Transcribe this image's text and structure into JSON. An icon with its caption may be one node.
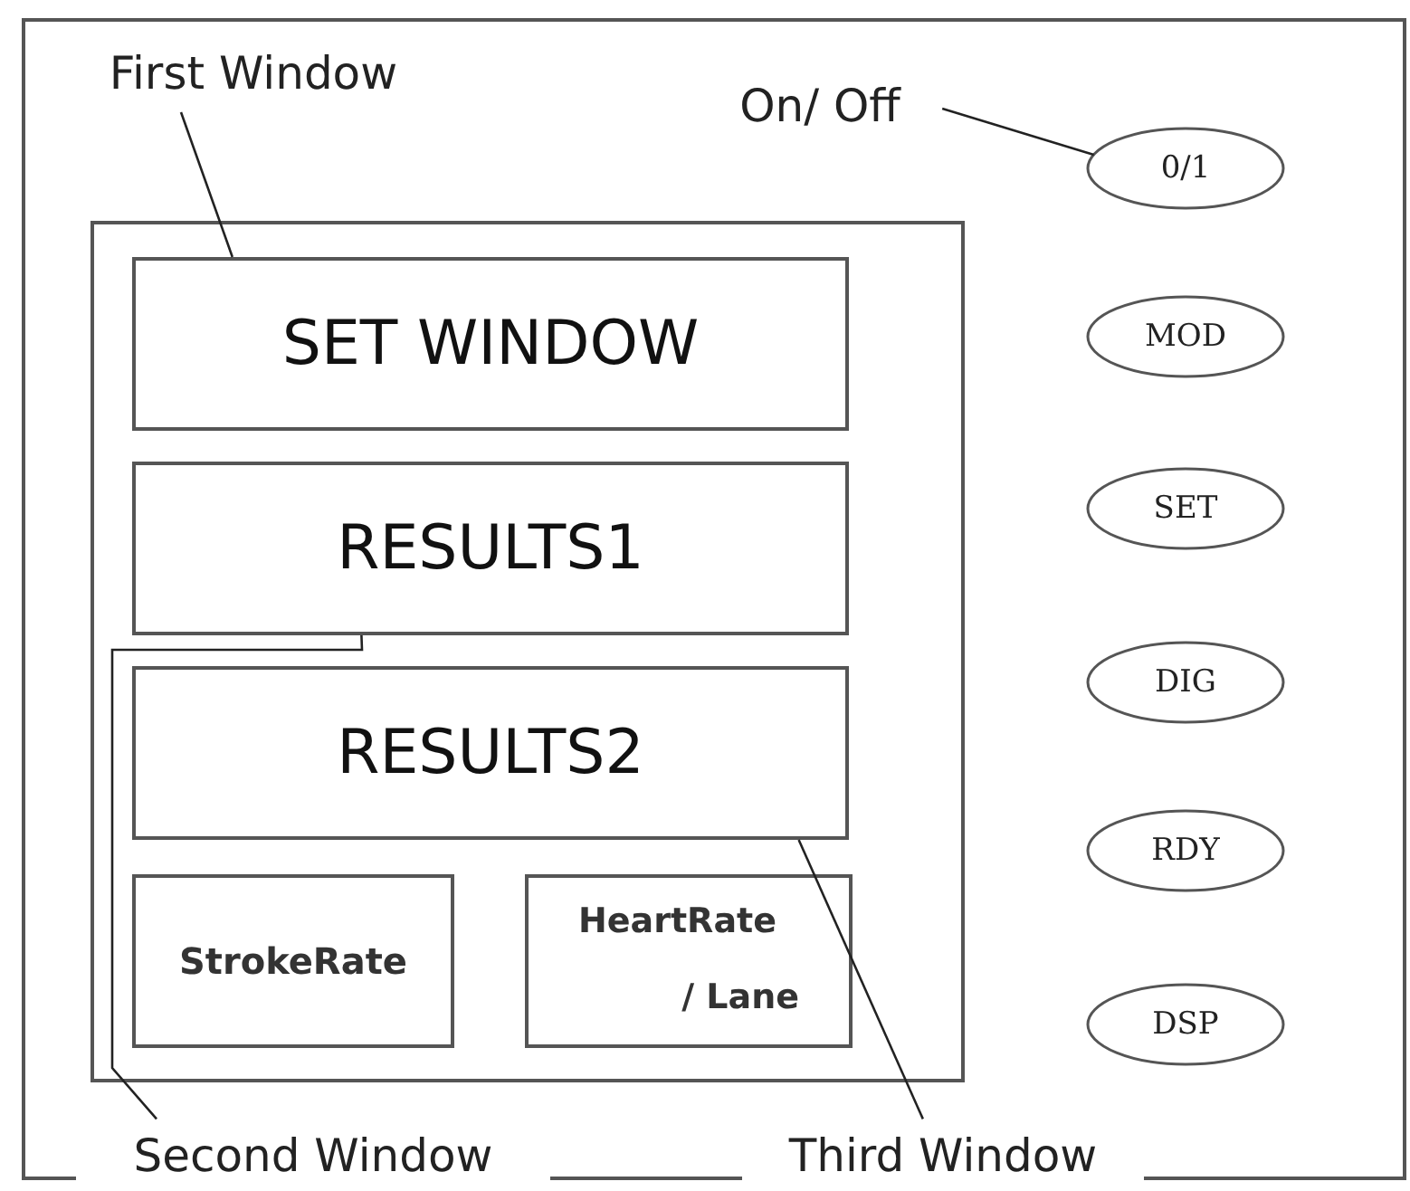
{
  "diagram": {
    "nodes": [
      {
        "text": [],
        "shape": "box"
      },
      {
        "text": [
          "First Window"
        ],
        "in": 0
      },
      {
        "text": [
          "On/ Off"
        ],
        "in": 0
      },
      {
        "text": [
          "0/1"
        ],
        "in": 0
      },
      {
        "text": [],
        "shape": "box",
        "in": 0
      },
      {
        "text": [
          "SET WINDOW"
        ],
        "in": 4
      },
      {
        "text": [
          "RESULTS1"
        ],
        "in": 4
      },
      {
        "text": [
          "RESULTS2"
        ],
        "in": 4
      },
      {
        "text": [
          "StrokeRate"
        ],
        "in": 4
      },
      {
        "text": [
          "HeartRate / Lane"
        ],
        "in": 4
      },
      {
        "text": [
          "MOD"
        ],
        "in": 0
      },
      {
        "text": [
          "SET"
        ],
        "in": 0
      },
      {
        "text": [
          "DIG"
        ],
        "in": 0
      },
      {
        "text": [
          "RDY"
        ],
        "in": 0
      },
      {
        "text": [
          "DSP"
        ],
        "in": 0
      },
      {
        "text": [
          "Second Window"
        ]
      },
      {
        "text": [
          "Third Window"
        ]
      }
    ],
    "edges": [
      {
        "from": 1,
        "to": 5,
        "arrow": "none"
      },
      {
        "from": 2,
        "to": 3,
        "arrow": "none"
      },
      {
        "from": 15,
        "to": 6,
        "arrow": "none"
      },
      {
        "from": 16,
        "to": 7,
        "arrow": "none"
      }
    ]
  }
}
